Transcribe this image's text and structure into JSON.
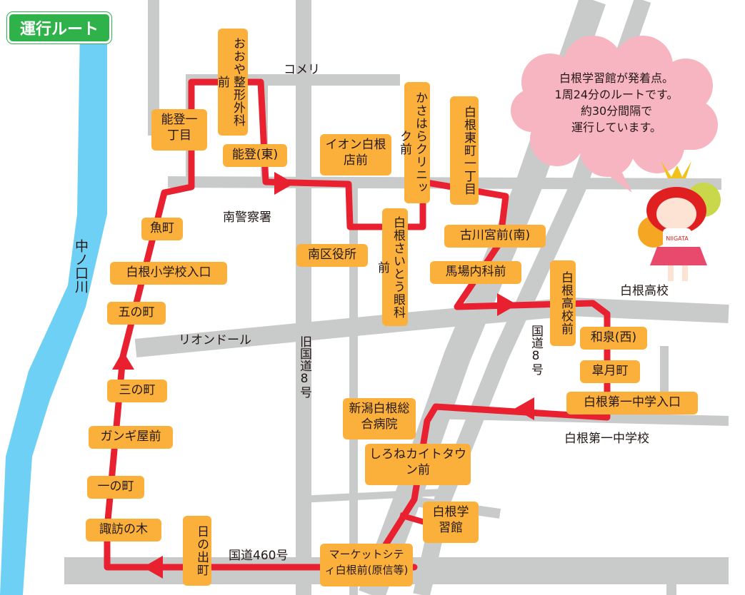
{
  "title": "運行ルート",
  "speech": [
    "白根学習館が発着点。",
    "1周24分のルートです。",
    "約30分間隔で",
    "運行しています。"
  ],
  "mascot_sash": "NIIGATA",
  "colors": {
    "route": "#e8202f",
    "stop": "#fbb03b",
    "river": "#6fd0f5",
    "road": "#c9caca",
    "badge": "#2fb24a",
    "cloud": "#f7b5c1"
  },
  "landmarks": {
    "komeri": "コメリ",
    "police": "南警察署",
    "riondor": "リオンドール",
    "old_route8": "旧国道8号",
    "route8": "国道8号",
    "route460": "国道460号",
    "shirone_hs": "白根高校",
    "shirone_jhs": "白根第一中学校",
    "river": "中ノ口川"
  },
  "stops": {
    "ooya": "おおや整形外科前",
    "noto1": "能登一丁目",
    "noto_e": "能登(東)",
    "aeon": "イオン白根店前",
    "kasahara": "かさはらクリニック前",
    "shirone_higashi": "白根東町一丁目",
    "uomachi": "魚町",
    "saito": "白根さいとう眼科前",
    "minami_ku": "南区役所",
    "furukawa": "古川宮前(南)",
    "shirone_es": "白根小学校入口",
    "baba": "馬場内科前",
    "gonocho": "五の町",
    "shirone_kk": "白根高校前",
    "izumi": "和泉(西)",
    "satsuki": "皐月町",
    "sannocho": "三の町",
    "jhs_entrance": "白根第一中学入口",
    "niigata_hosp": "新潟白根総合病院",
    "gangi": "ガンギ屋前",
    "kaito": "しろねカイトタウン前",
    "ichinocho": "一の町",
    "gakushukan": "白根学習館",
    "suwa": "諏訪の木",
    "hinode": "日の出町",
    "market": "マーケットシティ白根前(原信等)"
  }
}
